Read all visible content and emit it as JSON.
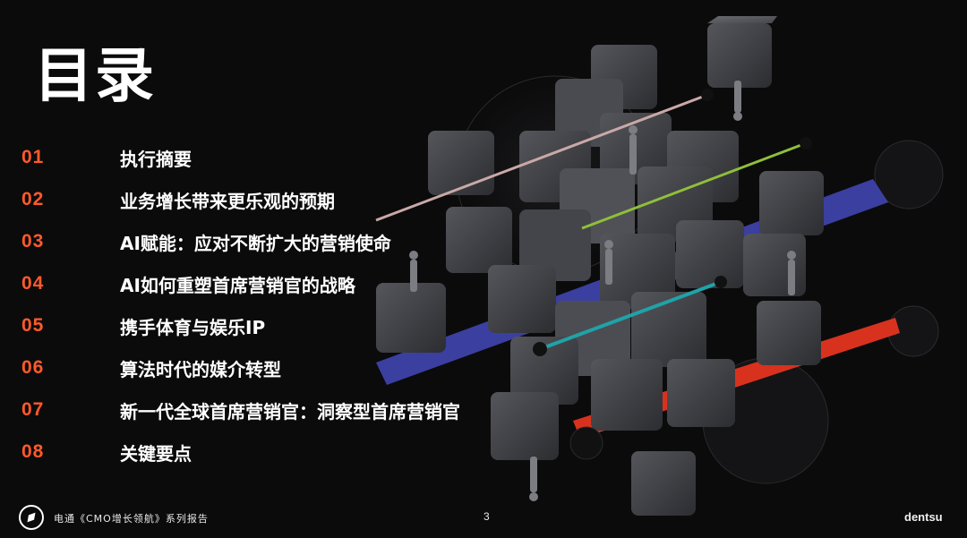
{
  "title": "目录",
  "toc": [
    {
      "num": "01",
      "label": "执行摘要"
    },
    {
      "num": "02",
      "label": "业务增长带来更乐观的预期"
    },
    {
      "num": "03",
      "label": "AI赋能：应对不断扩大的营销使命"
    },
    {
      "num": "04",
      "label": "AI如何重塑首席营销官的战略"
    },
    {
      "num": "05",
      "label": "携手体育与娱乐IP"
    },
    {
      "num": "06",
      "label": "算法时代的媒介转型"
    },
    {
      "num": "07",
      "label": "新一代全球首席营销官：洞察型首席营销官"
    },
    {
      "num": "08",
      "label": "关键要点"
    }
  ],
  "footer": {
    "report": "电通《CMO增长领航》系列报告",
    "page": "3",
    "brand": "dentsu"
  },
  "colors": {
    "accent": "#ff5a2a",
    "background": "#0b0b0c",
    "cube": "#3a3b3f",
    "bar_blue": "#3b3fa0",
    "bar_red": "#d8321e",
    "line_green": "#8fbf3a",
    "line_teal": "#1fa3a8",
    "line_pink": "#c9a9a8"
  }
}
